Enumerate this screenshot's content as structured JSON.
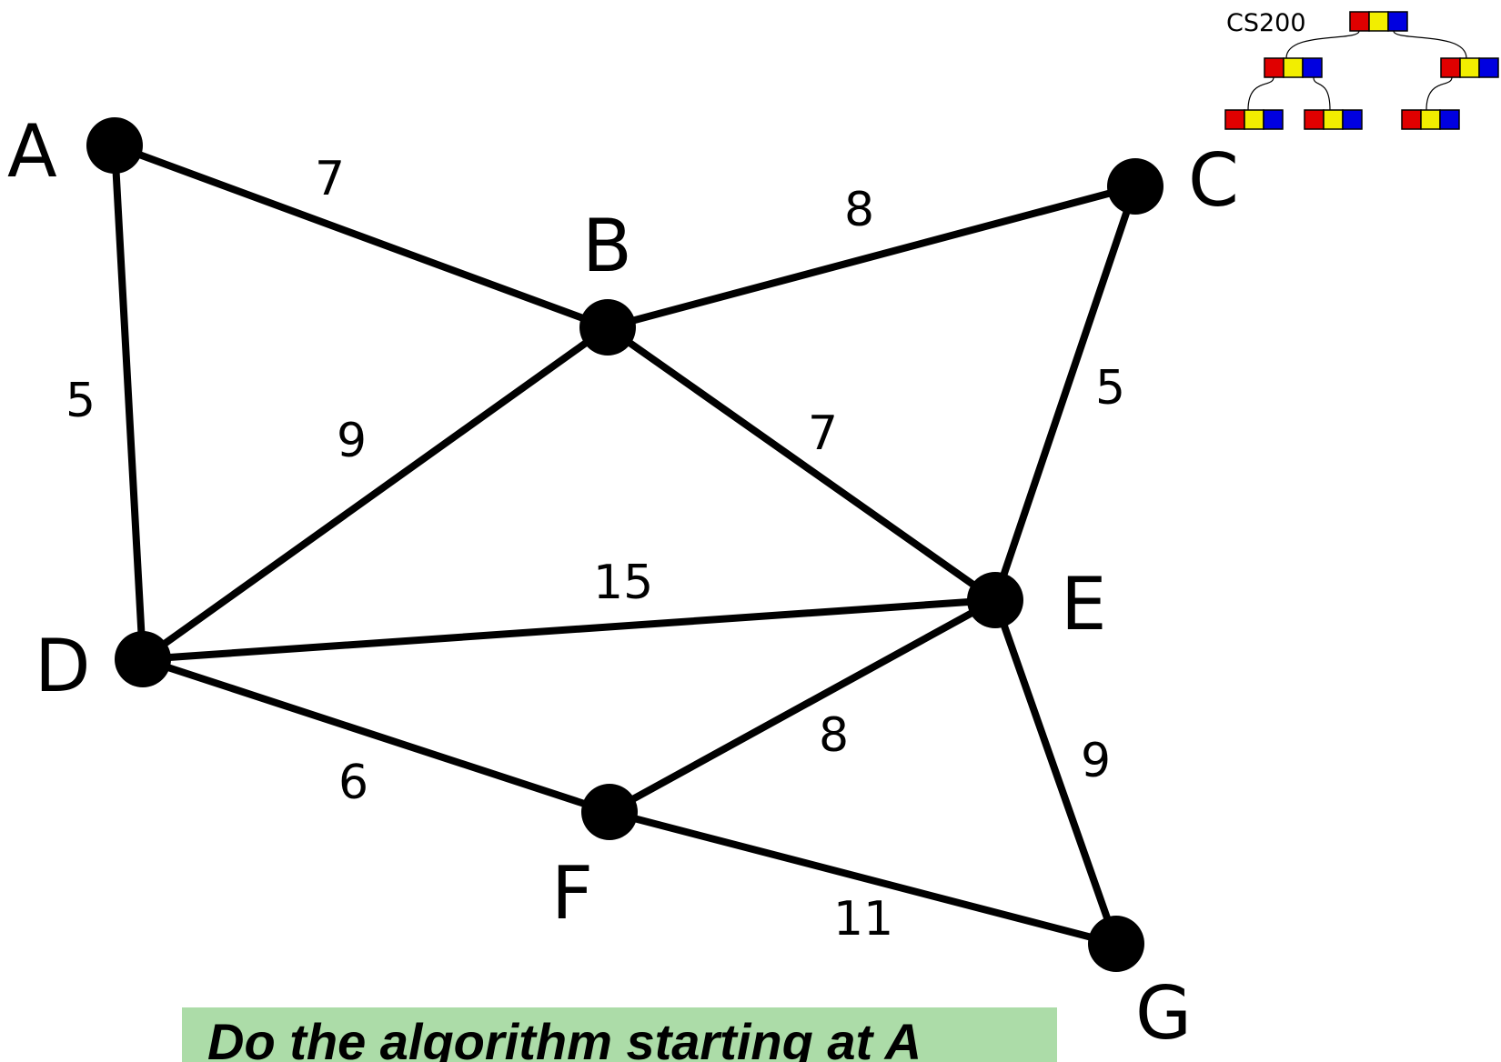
{
  "logo": {
    "text": "CS200",
    "colors": {
      "red": "#e00000",
      "yellow": "#f2ee00",
      "blue": "#0000e0"
    }
  },
  "graph": {
    "nodes": [
      {
        "id": "A",
        "label": "A"
      },
      {
        "id": "B",
        "label": "B"
      },
      {
        "id": "C",
        "label": "C"
      },
      {
        "id": "D",
        "label": "D"
      },
      {
        "id": "E",
        "label": "E"
      },
      {
        "id": "F",
        "label": "F"
      },
      {
        "id": "G",
        "label": "G"
      }
    ],
    "edges": [
      {
        "from": "A",
        "to": "B",
        "weight": "7"
      },
      {
        "from": "A",
        "to": "D",
        "weight": "5"
      },
      {
        "from": "B",
        "to": "C",
        "weight": "8"
      },
      {
        "from": "B",
        "to": "D",
        "weight": "9"
      },
      {
        "from": "B",
        "to": "E",
        "weight": "7"
      },
      {
        "from": "C",
        "to": "E",
        "weight": "5"
      },
      {
        "from": "D",
        "to": "E",
        "weight": "15"
      },
      {
        "from": "D",
        "to": "F",
        "weight": "6"
      },
      {
        "from": "E",
        "to": "F",
        "weight": "8"
      },
      {
        "from": "E",
        "to": "G",
        "weight": "9"
      },
      {
        "from": "F",
        "to": "G",
        "weight": "11"
      }
    ]
  },
  "callout": {
    "text": "Do the algorithm starting at A",
    "background": "#acdca8"
  }
}
